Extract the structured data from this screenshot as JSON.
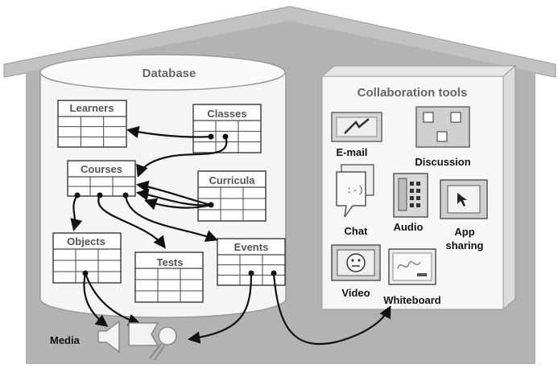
{
  "diagram": {
    "database": {
      "title": "Database"
    },
    "collab": {
      "title": "Collaboration tools"
    },
    "tables": {
      "learners": "Learners",
      "classes": "Classes",
      "courses": "Courses",
      "curricula": "Curricula",
      "objects": "Objects",
      "tests": "Tests",
      "events": "Events"
    },
    "tools": {
      "email": "E-mail",
      "discussion": "Discussion",
      "chat": "Chat",
      "audio": "Audio",
      "app_sharing_line1": "App",
      "app_sharing_line2": "sharing",
      "video": "Video",
      "whiteboard": "Whiteboard"
    },
    "media": "Media",
    "colors": {
      "house": "#b3b3b3",
      "roof": "#c2c2c2",
      "panel": "#f7f7f7",
      "table_fill": "#ffffff",
      "line": "#111111"
    }
  }
}
